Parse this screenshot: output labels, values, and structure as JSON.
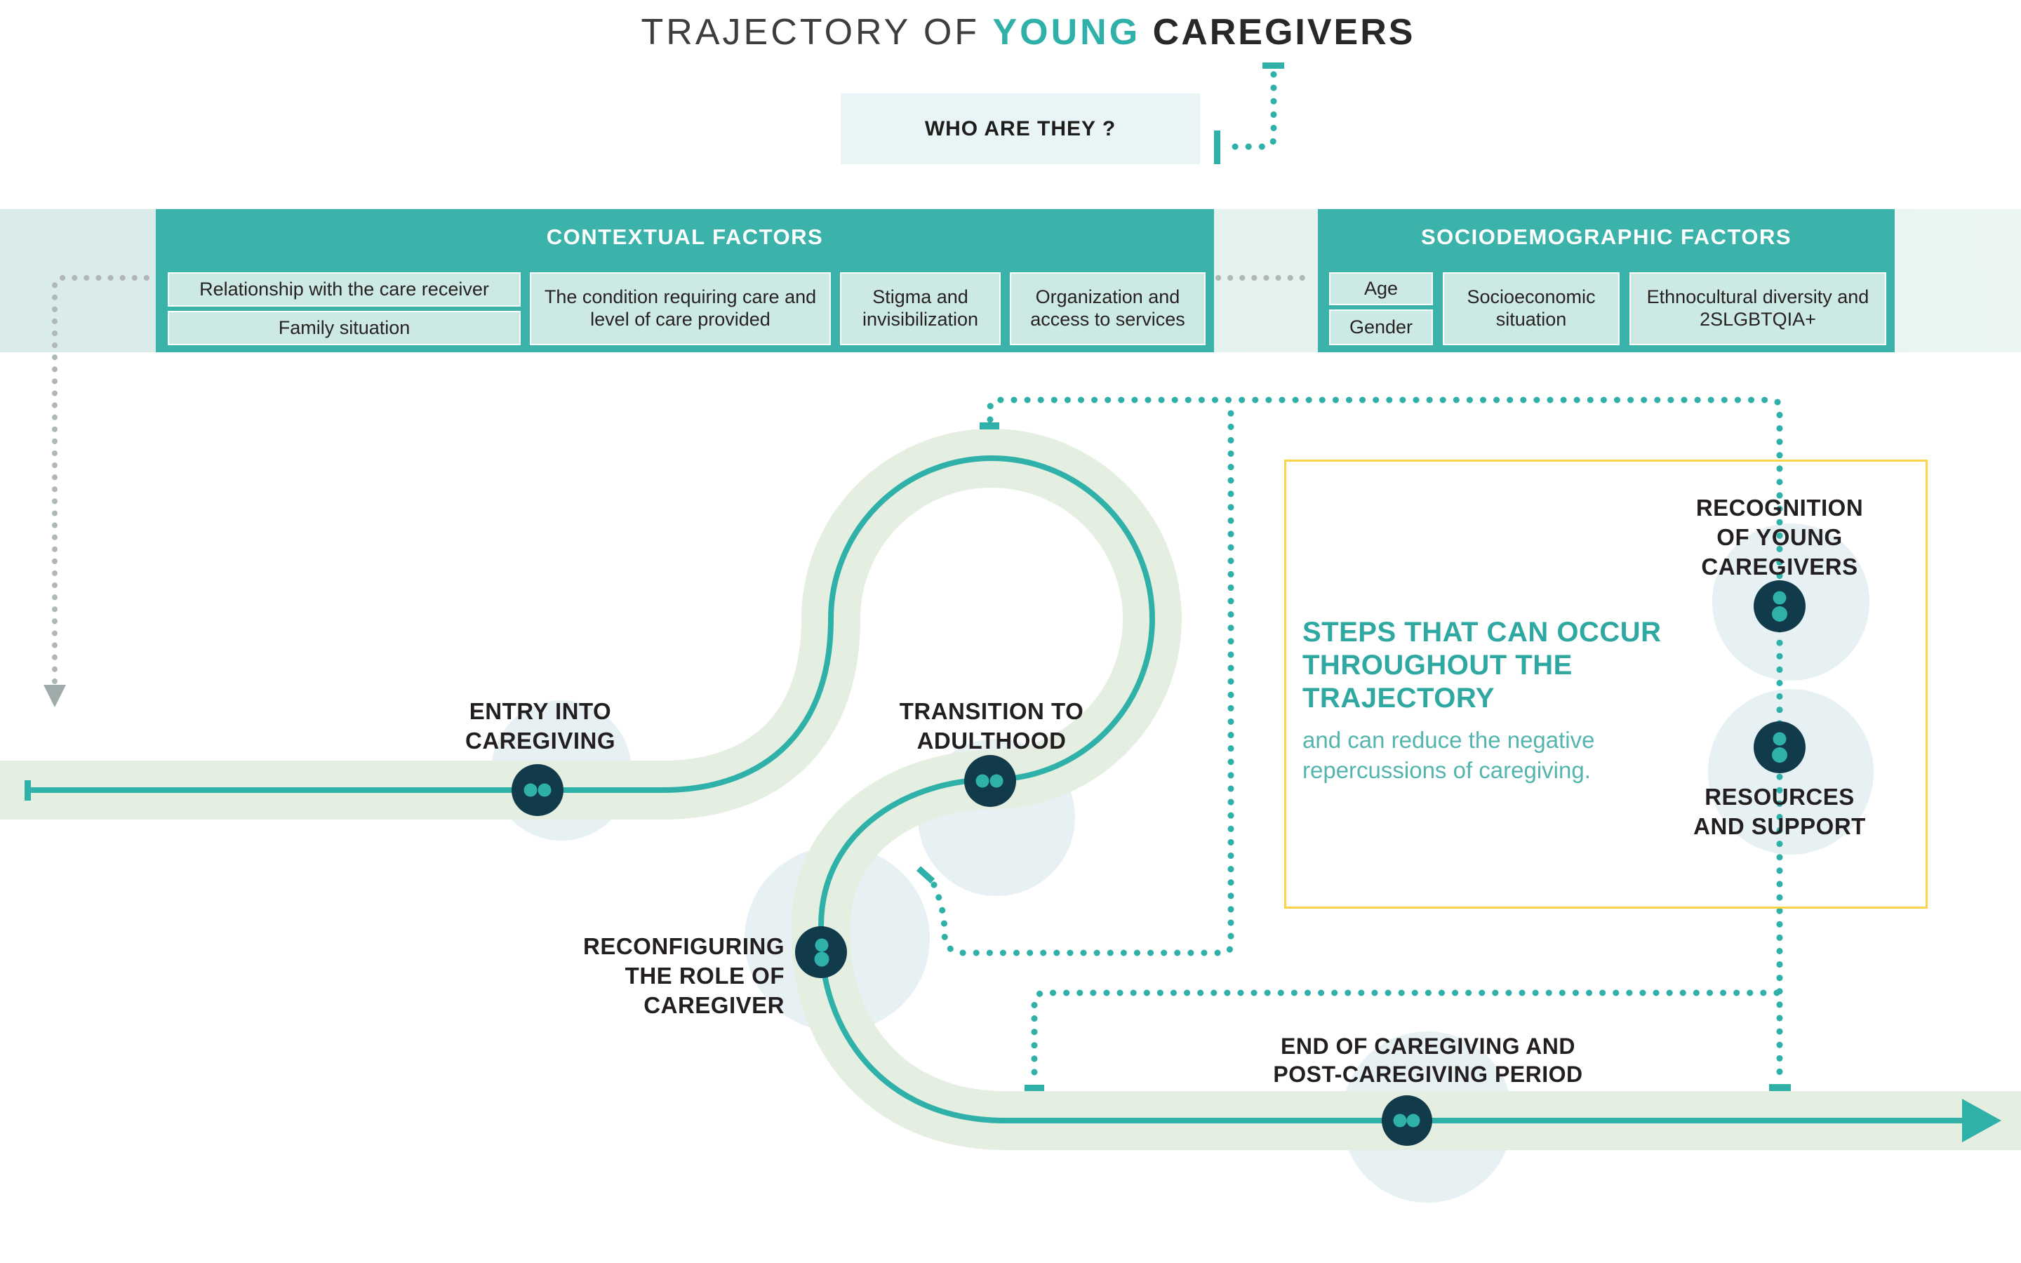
{
  "title": {
    "prefix": "TRAJECTORY OF ",
    "highlight": "YOUNG",
    "suffix": " CAREGIVERS"
  },
  "who": {
    "label": "WHO ARE THEY ?"
  },
  "factors": {
    "contextual": {
      "header": "CONTEXTUAL FACTORS",
      "items": [
        "Relationship with the care receiver",
        "Family situation",
        "The condition requiring care and level of care provided",
        "Stigma and invisibilization",
        "Organization and access to services"
      ]
    },
    "sociodemographic": {
      "header": "SOCIODEMOGRAPHIC FACTORS",
      "items": [
        "Age",
        "Gender",
        "Socioeconomic situation",
        "Ethnocultural diversity and 2SLGBTQIA+"
      ]
    }
  },
  "milestones": {
    "entry": {
      "lines": [
        "ENTRY INTO",
        "CAREGIVING"
      ]
    },
    "transition": {
      "lines": [
        "TRANSITION TO",
        "ADULTHOOD"
      ]
    },
    "reconfiguring": {
      "lines": [
        "RECONFIGURING",
        "THE ROLE OF",
        "CAREGIVER"
      ]
    },
    "end": {
      "lines": [
        "END OF CAREGIVING AND",
        "POST-CAREGIVING PERIOD"
      ]
    }
  },
  "steps_box": {
    "title_lines": [
      "STEPS THAT CAN OCCUR",
      "THROUGHOUT THE",
      "TRAJECTORY"
    ],
    "subtitle_lines": [
      "and can reduce the negative",
      "repercussions of caregiving."
    ],
    "recognition_lines": [
      "RECOGNITION",
      "OF YOUNG",
      "CAREGIVERS"
    ],
    "resources_lines": [
      "RESOURCES",
      "AND SUPPORT"
    ]
  },
  "colors": {
    "teal": "#2fb0a8",
    "teal_dark_box": "#3bb3ab",
    "navy": "#113a4b",
    "sage": "#e5efe1",
    "halo": "#e3eef1",
    "yellow": "#fdd34c",
    "who_bg": "#e9f4f6",
    "subbox_bg": "#cde9e6",
    "steps_teal": "#2ea8a1",
    "steps_sub": "#54b5ae",
    "gray_dot": "#b0b8b7",
    "text_dark": "#231f20"
  }
}
